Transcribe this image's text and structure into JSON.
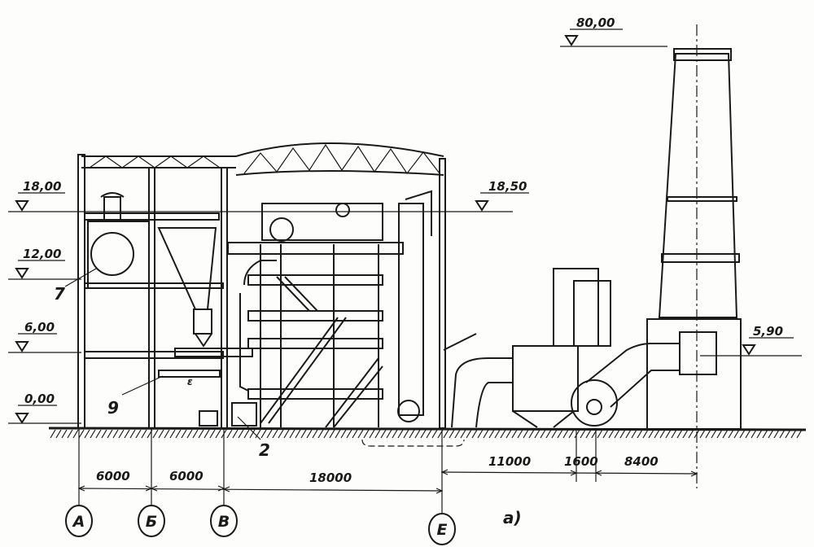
{
  "levels": {
    "roof_left": "18,00",
    "boiler_drum": "12,00",
    "floor": "6,00",
    "ground": "0,00",
    "roof_right": "18,50",
    "chimney_top": "80,00",
    "flue_inlet": "5,90"
  },
  "callouts": {
    "drum": "7",
    "feeder": "9",
    "mill": "2",
    "small": "ε"
  },
  "dimensions": [
    "6000",
    "6000",
    "18000",
    "11000",
    "1600",
    "8400"
  ],
  "axes": [
    "А",
    "Б",
    "В",
    "Е"
  ],
  "caption": "а)"
}
